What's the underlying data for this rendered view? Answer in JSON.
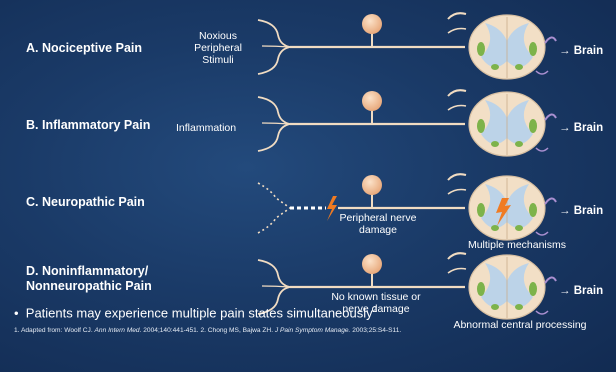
{
  "rows": [
    {
      "title": "A. Nociceptive Pain",
      "stimulus": [
        "Noxious",
        "Peripheral",
        "Stimuli"
      ],
      "destination": "Brain"
    },
    {
      "title": "B. Inflammatory Pain",
      "stimulus": "Inflammation",
      "destination": "Brain"
    },
    {
      "title": "C. Neuropathic Pain",
      "nerve_label": [
        "Peripheral nerve",
        "damage"
      ],
      "cord_label": "Multiple mechanisms",
      "destination": "Brain"
    },
    {
      "title": [
        "D. Noninflammatory/",
        "Nonneuropathic Pain"
      ],
      "nerve_label": [
        "No known tissue or",
        "nerve damage"
      ],
      "cord_label": "Abnormal central processing",
      "destination": "Brain"
    }
  ],
  "bullet": {
    "text": "Patients may experience multiple pain states simultaneously",
    "ref": "2"
  },
  "footnote": {
    "p1": "1. Adapted from: Woolf CJ. ",
    "j1": "Ann Intern Med.",
    "p2": " 2004;140:441-451. 2. Chong MS, Bajwa ZH. ",
    "j2": "J Pain Symptom Manage.",
    "p3": " 2003;25:S4-S11."
  },
  "colors": {
    "background": "#1a3a67",
    "nerve": "#f1dcc2",
    "cell_body": "#f4c9a3",
    "cord_outer": "#f2dfc6",
    "grey_matter": "#bcd3e8",
    "green_patch": "#7db34b",
    "lightning": "#f07b22"
  }
}
